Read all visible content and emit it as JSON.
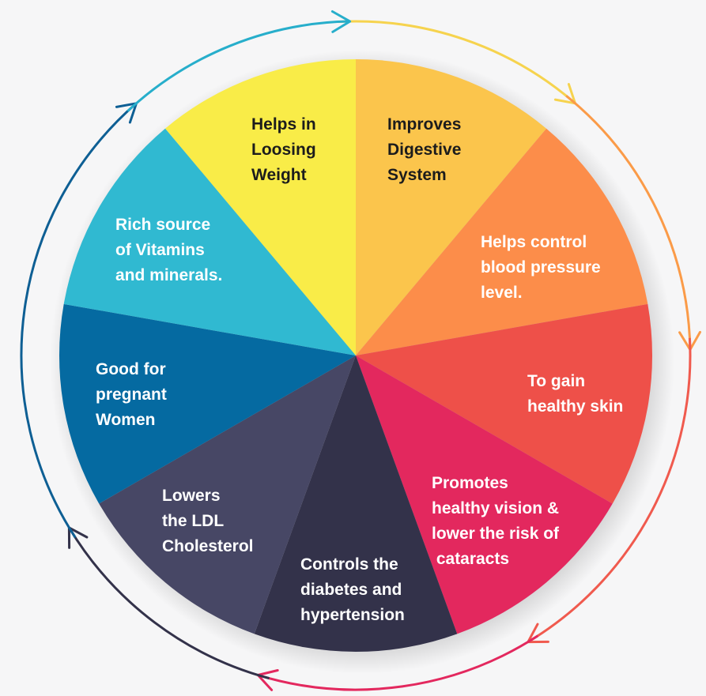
{
  "diagram": {
    "segments": [
      {
        "id": "weight",
        "lines": [
          "Helps in",
          "Loosing",
          "Weight"
        ],
        "color": "#f9ec48",
        "text_color": "#1c1c1c"
      },
      {
        "id": "digestive",
        "lines": [
          "Improves",
          "Digestive",
          "System"
        ],
        "color": "#fbc54c",
        "text_color": "#1c1c1c"
      },
      {
        "id": "blood-pressure",
        "lines": [
          "Helps control",
          "blood pressure",
          "level."
        ],
        "color": "#fc8d4a",
        "text_color": "#ffffff"
      },
      {
        "id": "skin",
        "lines": [
          "To gain",
          "healthy skin"
        ],
        "color": "#ee5049",
        "text_color": "#ffffff"
      },
      {
        "id": "vision",
        "lines": [
          "Promotes",
          "healthy vision &",
          "lower the risk of",
          " cataracts"
        ],
        "color": "#e3285e",
        "text_color": "#ffffff"
      },
      {
        "id": "diabetes",
        "lines": [
          "Controls the",
          "diabetes and",
          "hypertension"
        ],
        "color": "#33324a",
        "text_color": "#ffffff"
      },
      {
        "id": "cholesterol",
        "lines": [
          "Lowers",
          "the LDL",
          "Cholesterol"
        ],
        "color": "#474765",
        "text_color": "#ffffff"
      },
      {
        "id": "pregnant",
        "lines": [
          "Good for",
          "pregnant",
          "Women"
        ],
        "color": "#056aa1",
        "text_color": "#ffffff"
      },
      {
        "id": "vitamins",
        "lines": [
          "Rich source",
          "of Vitamins",
          "and minerals."
        ],
        "color": "#30b9d1",
        "text_color": "#ffffff"
      }
    ],
    "ring_colors": [
      "#f6d34e",
      "#fb9b48",
      "#f05a4e",
      "#e3285e",
      "#33324a",
      "#3a3a5a",
      "#0e5f94",
      "#27aecb"
    ]
  }
}
